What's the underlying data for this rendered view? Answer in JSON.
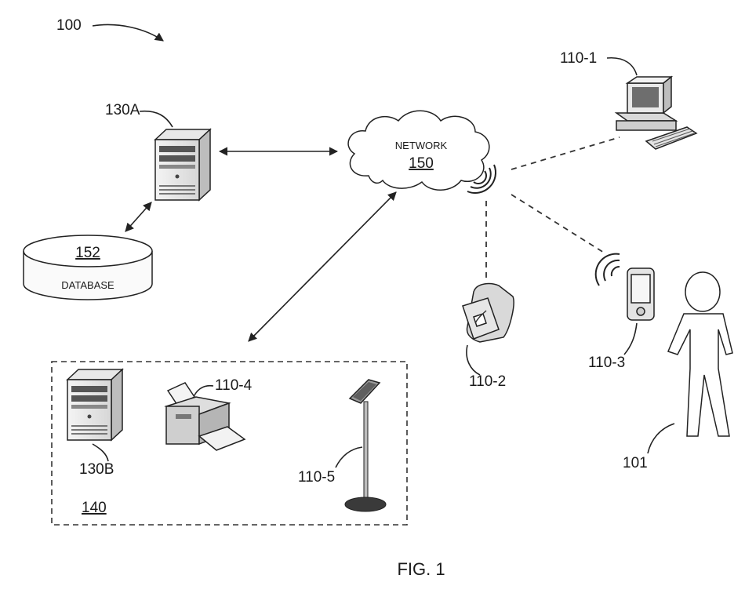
{
  "figure": {
    "ref_system": "100",
    "caption": "FIG. 1"
  },
  "server_a": {
    "label": "130A"
  },
  "server_b": {
    "label": "130B"
  },
  "database": {
    "ref": "152",
    "label": "DATABASE"
  },
  "network": {
    "label": "NETWORK",
    "ref": "150"
  },
  "devices": {
    "computer": "110-1",
    "watch": "110-2",
    "phone": "110-3",
    "printer": "110-4",
    "kiosk": "110-5"
  },
  "user": {
    "label": "101"
  },
  "location": {
    "label": "140"
  },
  "icons": [
    "server-icon",
    "database-icon",
    "cloud-icon",
    "computer-icon",
    "smartwatch-icon",
    "smartphone-icon",
    "printer-icon",
    "kiosk-icon",
    "person-icon",
    "wireless-signal-icon"
  ]
}
